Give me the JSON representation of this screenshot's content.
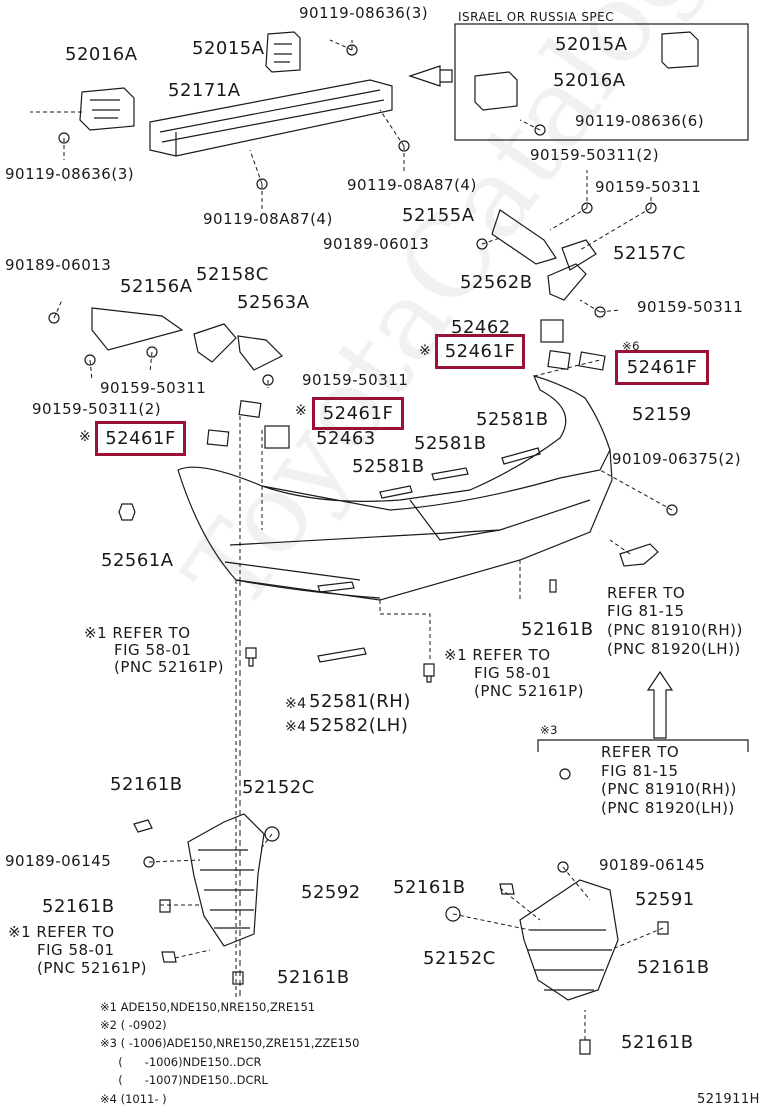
{
  "watermark": "ToyotaCatalogues",
  "inset": {
    "title": "ISRAEL OR RUSSIA SPEC",
    "part1": "52015A",
    "part2": "52016A",
    "part3": "90119-08636(6)"
  },
  "labels": {
    "p90119_08636_3_top": "90119-08636(3)",
    "p52016A": "52016A",
    "p52015A": "52015A",
    "p52171A": "52171A",
    "p90119_08636_3_left": "90119-08636(3)",
    "p90119_08A87_4_right": "90119-08A87(4)",
    "p90119_08A87_4_mid": "90119-08A87(4)",
    "p90159_50311_2_top": "90159-50311(2)",
    "p90159_50311_r1": "90159-50311",
    "p52155A": "52155A",
    "p90189_06013_mid": "90189-06013",
    "p52157C": "52157C",
    "p90189_06013_left": "90189-06013",
    "p52156A": "52156A",
    "p52158C": "52158C",
    "p52563A": "52563A",
    "p52562B": "52562B",
    "p90159_50311_r2": "90159-50311",
    "p52462": "52462",
    "p90159_50311_l1": "90159-50311",
    "p90159_50311_mid": "90159-50311",
    "p90159_50311_2_left": "90159-50311(2)",
    "p52581B_1": "52581B",
    "p52159": "52159",
    "p52463": "52463",
    "p52581B_2": "52581B",
    "p52581B_3": "52581B",
    "p90109_06375_2": "90109-06375(2)",
    "p52561A": "52561A",
    "p52161B_mid": "52161B",
    "p52581RH": "52581(RH)",
    "p52582LH": "52582(LH)",
    "p52161B_a": "52161B",
    "p52152C_a": "52152C",
    "p90189_06145_a": "90189-06145",
    "p52592": "52592",
    "p52161B_b": "52161B",
    "p52161B_c": "52161B",
    "p52161B_d": "52161B",
    "p90189_06145_b": "90189-06145",
    "p52591": "52591",
    "p52152C_b": "52152C",
    "p52161B_e": "52161B",
    "p52161B_f": "52161B",
    "code": "521911H"
  },
  "highlight_labels": [
    "52461F",
    "52461F",
    "52461F",
    "52461F"
  ],
  "marks": {
    "asterisk": "※",
    "m6": "※6",
    "m4": "※4",
    "m3": "※3",
    "m1": "※1"
  },
  "refers": {
    "r1": [
      "※1 REFER TO",
      "FIG 58-01",
      "(PNC 52161P)"
    ],
    "r2": [
      "※1 REFER TO",
      "FIG 58-01",
      "(PNC 52161P)"
    ],
    "r3": [
      "REFER TO",
      "FIG 81-15",
      "(PNC 81910(RH))",
      "(PNC 81920(LH))"
    ],
    "r4": [
      "REFER TO",
      "FIG 81-15",
      "(PNC 81910(RH))",
      "(PNC 81920(LH))"
    ],
    "r5": [
      "※1 REFER TO",
      "FIG 58-01",
      "(PNC 52161P)"
    ]
  },
  "footnotes": [
    "※1 ADE150,NDE150,NRE150,ZRE151",
    "※2 (      -0902)",
    "※3 (      -1006)ADE150,NRE150,ZRE151,ZZE150",
    "     (      -1006)NDE150..DCR",
    "     (      -1007)NDE150..DCRL",
    "※4 (1011-      )"
  ]
}
